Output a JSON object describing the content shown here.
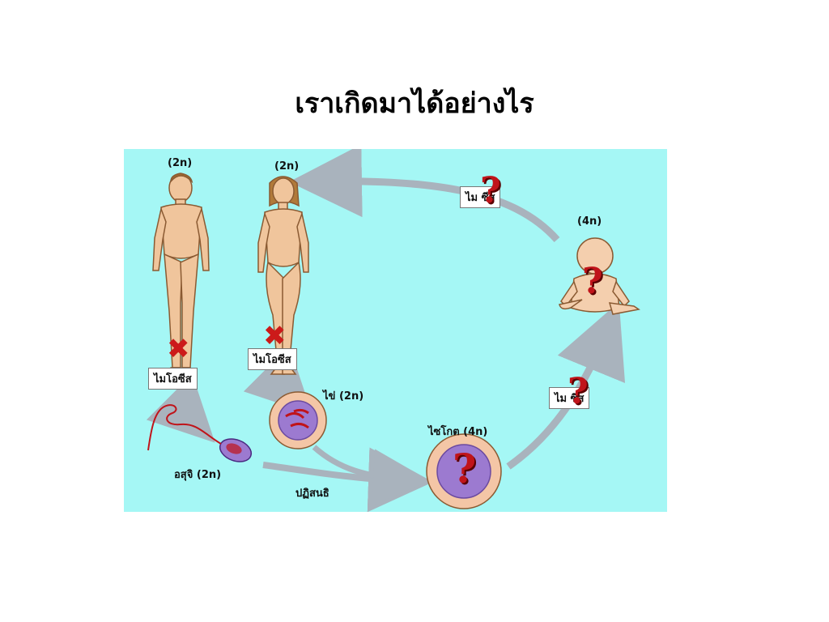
{
  "slide": {
    "title": "เราเกิดมาได้อย่างไร"
  },
  "diagram": {
    "male_ploidy": "(2n)",
    "female_ploidy": "(2n)",
    "baby_ploidy": "(4n)",
    "meiosis_male": "ไมโอซีส",
    "meiosis_female": "ไมโอซีส",
    "meiosis_top": "ไม  ซีส",
    "meiosis_right": "ไม  ซีส",
    "egg_label": "ไข่  (2n)",
    "sperm_label": "อสุจิ  (2n)",
    "zygote_label": "ไซโกต  (4n)",
    "fertilization_label": "ปฏิสนธิ",
    "question_mark": "?",
    "cross_mark": "✖",
    "colors": {
      "background": "#a5f7f5",
      "arrow": "#a9b3bd",
      "cross": "#cc1a1a",
      "question": "#c0141a",
      "cell_outer": "#f4c6a6",
      "cell_inner": "#9c7ad0"
    }
  }
}
